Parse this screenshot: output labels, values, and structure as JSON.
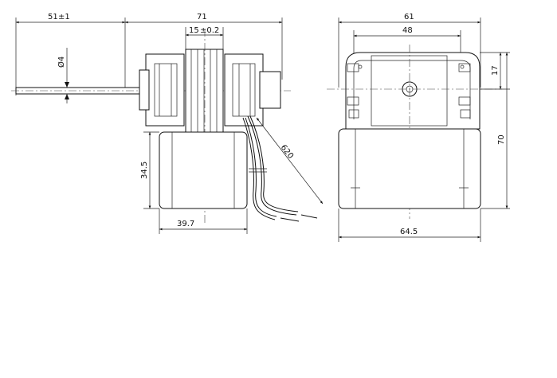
{
  "dimensions": {
    "shaft_length": "51",
    "shaft_tol": "±1",
    "overall_length": "71",
    "stack_width": "15",
    "stack_tol": "±0.2",
    "shaft_diameter": "Ø4",
    "coil_height": "34.5",
    "coil_width": "39.7",
    "lead_length": "620",
    "front_width": "61",
    "bracket_width": "48",
    "bracket_height": "17",
    "total_height": "70",
    "base_width": "64.5"
  },
  "colors": {
    "line": "#111111",
    "background": "#ffffff"
  }
}
